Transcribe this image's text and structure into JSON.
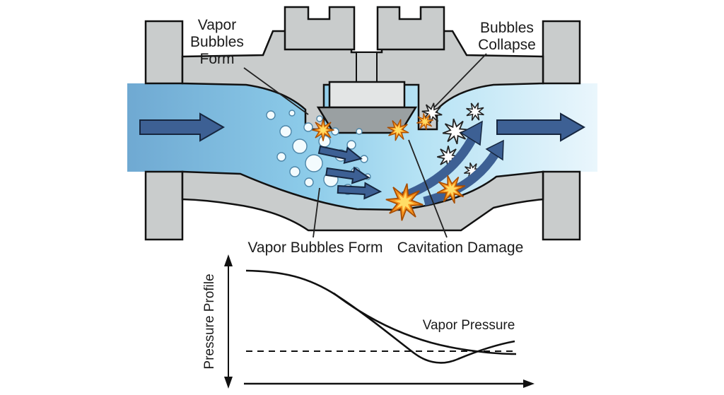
{
  "page": {
    "background": "#ffffff"
  },
  "diagram": {
    "name": "control-valve-cavitation",
    "labels": {
      "vapor_bubbles_form_top_l1": "Vapor",
      "vapor_bubbles_form_top_l2": "Bubbles",
      "vapor_bubbles_form_top_l3": "Form",
      "bubbles_collapse_l1": "Bubbles",
      "bubbles_collapse_l2": "Collapse",
      "vapor_bubbles_form_bottom": "Vapor Bubbles Form",
      "cavitation_damage": "Cavitation Damage"
    },
    "colors": {
      "valve_body": "#c9cccc",
      "plug": "#9aa0a2",
      "flow_inlet_blue": "#6fa9d2",
      "flow_mid_blue": "#9fd8f0",
      "flow_outlet_blue": "#eaf6fc",
      "arrow_blue": "#3d6094",
      "cavitation_orange": "#f6921e",
      "cavitation_yellow": "#ffdd66"
    }
  },
  "chart_data": {
    "type": "line",
    "title": "",
    "xlabel": "",
    "ylabel": "Pressure Profile",
    "annotations": [
      "Vapor Pressure"
    ],
    "reference_line": {
      "label": "Vapor Pressure",
      "style": "dashed-horizontal",
      "y": 0.26
    },
    "x_range": [
      0,
      1
    ],
    "y_range": [
      0,
      1
    ],
    "grid": false,
    "legend_position": "none",
    "series": [
      {
        "name": "pressure-profile-cavitating-recovery",
        "x": [
          0,
          0.1,
          0.2,
          0.33,
          0.45,
          0.55,
          0.61,
          0.66,
          0.71,
          0.76,
          0.84,
          0.97
        ],
        "y": [
          0.91,
          0.91,
          0.87,
          0.73,
          0.55,
          0.35,
          0.25,
          0.19,
          0.15,
          0.19,
          0.27,
          0.34
        ]
      },
      {
        "name": "pressure-profile-approaching-vapor-pressure",
        "x": [
          0.32,
          0.42,
          0.52,
          0.62,
          0.72,
          0.85,
          0.97
        ],
        "y": [
          0.74,
          0.55,
          0.42,
          0.34,
          0.3,
          0.275,
          0.26
        ]
      }
    ]
  }
}
